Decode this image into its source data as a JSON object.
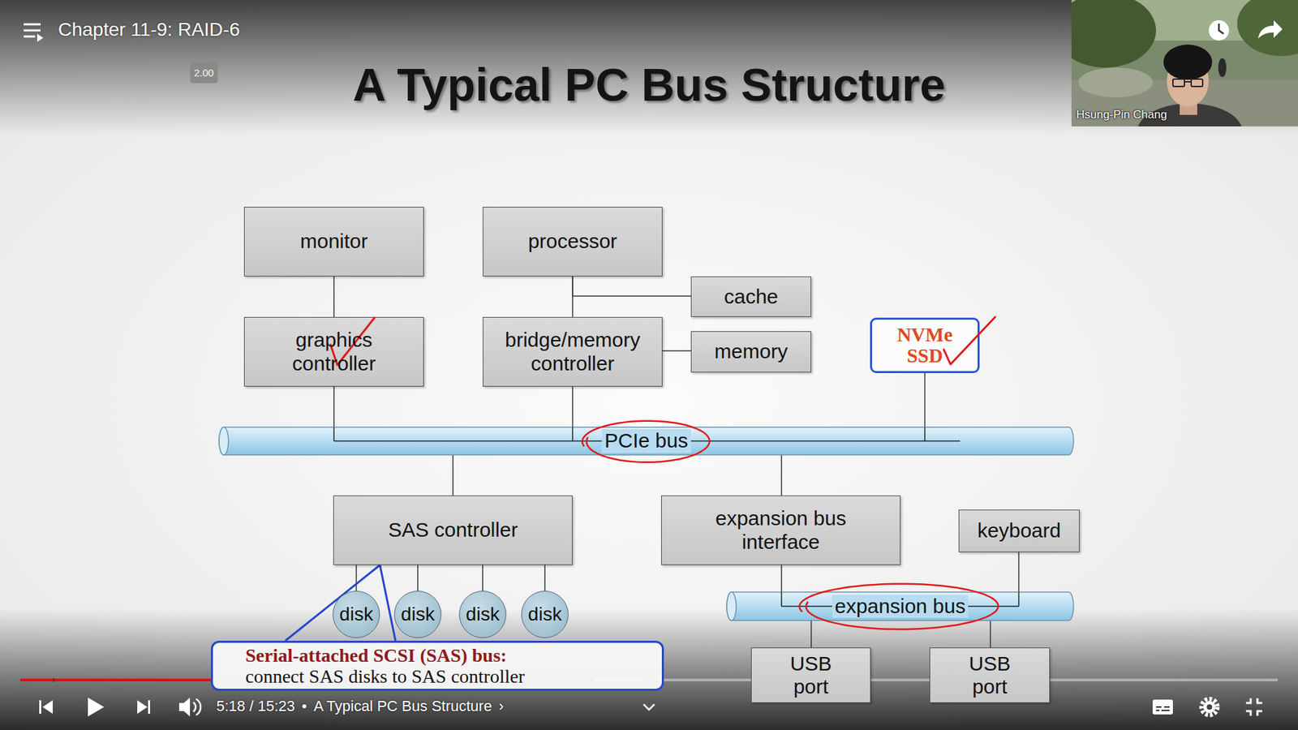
{
  "diagram": {
    "title": "A Typical PC Bus Structure",
    "nodes": [
      {
        "text": [
          "monitor"
        ]
      },
      {
        "text": [
          "processor"
        ]
      },
      {
        "text": [
          "cache"
        ]
      },
      {
        "text": [
          "graphics controller"
        ]
      },
      {
        "text": [
          "bridge/memory controller"
        ]
      },
      {
        "text": [
          "memory"
        ]
      },
      {
        "text": [
          "NVMe SSD"
        ]
      },
      {
        "text": [
          "PCIe bus"
        ]
      },
      {
        "text": [
          "SAS controller"
        ]
      },
      {
        "text": [
          "expansion bus interface"
        ]
      },
      {
        "text": [
          "keyboard"
        ]
      },
      {
        "text": [
          "disk"
        ]
      },
      {
        "text": [
          "disk"
        ]
      },
      {
        "text": [
          "disk"
        ]
      },
      {
        "text": [
          "disk"
        ]
      },
      {
        "text": [
          "expansion bus"
        ]
      },
      {
        "text": [
          "USB port"
        ]
      },
      {
        "text": [
          "USB port"
        ]
      },
      {
        "text": [
          "Serial-attached SCSI (SAS) bus:",
          "connect SAS disks to SAS controller"
        ]
      }
    ],
    "edges": [
      {
        "from": 0,
        "to": 3,
        "arrow": "none"
      },
      {
        "from": 1,
        "to": 4,
        "arrow": "none"
      },
      {
        "from": 1,
        "to": 2,
        "arrow": "none"
      },
      {
        "from": 4,
        "to": 5,
        "arrow": "none"
      },
      {
        "from": 3,
        "to": 7,
        "arrow": "none"
      },
      {
        "from": 4,
        "to": 7,
        "arrow": "none"
      },
      {
        "from": 6,
        "to": 7,
        "arrow": "none"
      },
      {
        "from": 7,
        "to": 8,
        "arrow": "none"
      },
      {
        "from": 7,
        "to": 9,
        "arrow": "none"
      },
      {
        "from": 8,
        "to": 11,
        "arrow": "none"
      },
      {
        "from": 8,
        "to": 12,
        "arrow": "none"
      },
      {
        "from": 8,
        "to": 13,
        "arrow": "none"
      },
      {
        "from": 8,
        "to": 14,
        "arrow": "none"
      },
      {
        "from": 9,
        "to": 15,
        "arrow": "none"
      },
      {
        "from": 10,
        "to": 15,
        "arrow": "none"
      },
      {
        "from": 15,
        "to": 16,
        "arrow": "none"
      },
      {
        "from": 15,
        "to": 17,
        "arrow": "none"
      },
      {
        "from": 18,
        "to": 8,
        "arrow": "none"
      }
    ],
    "labels": [
      "Chapter 11-9: RAID-6",
      "2.00",
      "Hsung-Pin Chang",
      "5:18 / 15:23",
      "•",
      "A Typical PC Bus Structure",
      "›"
    ]
  }
}
